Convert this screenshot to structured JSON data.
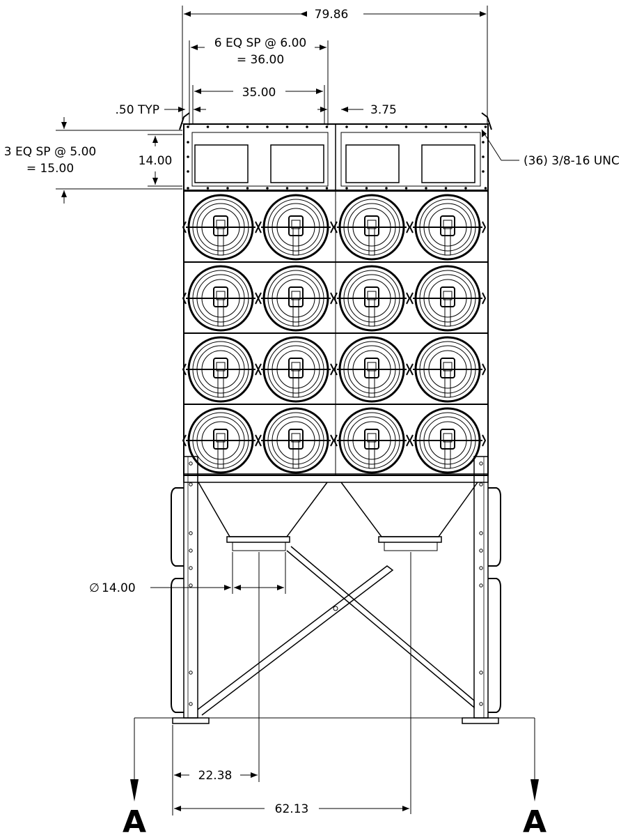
{
  "drawing": {
    "dimensions": {
      "overall_width": "79.86",
      "top_spacing_line1": "6 EQ SP @ 6.00",
      "top_spacing_line2": "= 36.00",
      "inner_width": "35.00",
      "edge_typ": ".50 TYP",
      "edge_offset": "3.75",
      "side_spacing_line1": "3 EQ SP @ 5.00",
      "side_spacing_line2": "= 15.00",
      "flange_height": "14.00",
      "bolt_callout": "(36) 3/8-16 UNC",
      "outlet_diameter": "14.00",
      "outlet_offset": "22.38",
      "outlet_spacing": "62.13"
    },
    "section_label_left": "A",
    "section_label_right": "A",
    "diameter_symbol": "∅"
  }
}
